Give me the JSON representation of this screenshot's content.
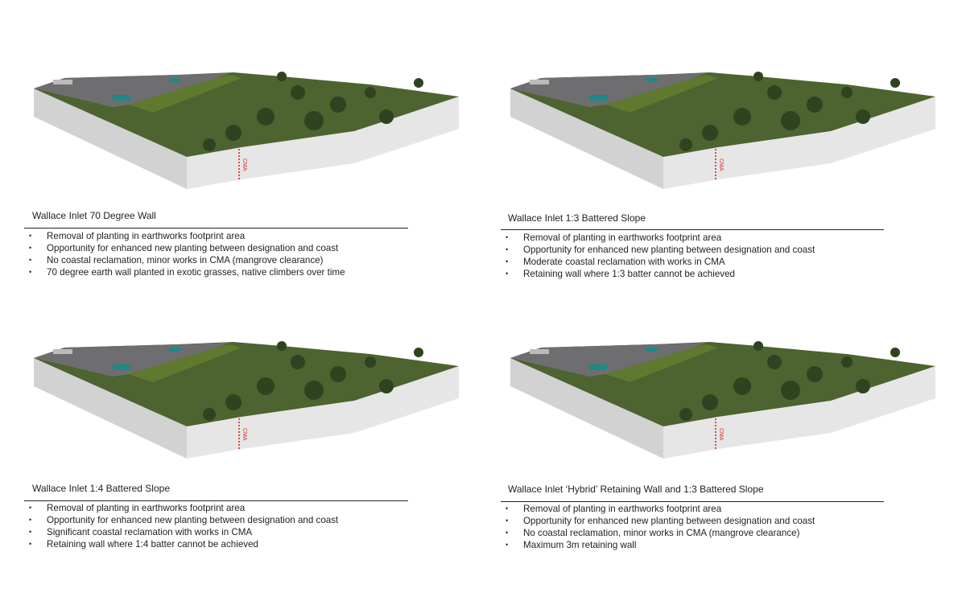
{
  "panels": [
    {
      "title": "Wallace Inlet 70 Degree Wall",
      "marker_label": "CMA",
      "bullets": [
        "Removal of planting in earthworks footprint area",
        "Opportunity for enhanced new planting between designation and coast",
        "No coastal reclamation, minor works in CMA (mangrove clearance)",
        "70 degree earth wall planted in exotic grasses, native climbers over time"
      ]
    },
    {
      "title": "Wallace Inlet 1:3 Battered Slope",
      "marker_label": "CMA",
      "bullets": [
        "Removal of planting in earthworks footprint area",
        "Opportunity for enhanced new planting between designation and coast",
        "Moderate coastal reclamation with works in CMA",
        "Retaining wall where 1:3 batter cannot be achieved"
      ]
    },
    {
      "title": "Wallace Inlet 1:4 Battered Slope",
      "marker_label": "CMA",
      "bullets": [
        "Removal of planting in earthworks footprint area",
        "Opportunity for enhanced new planting between designation and coast",
        "Significant coastal reclamation with works in CMA",
        "Retaining wall where 1:4 batter cannot be achieved"
      ]
    },
    {
      "title": "Wallace Inlet ‘Hybrid’ Retaining Wall and 1:3 Battered Slope",
      "marker_label": "CMA",
      "bullets": [
        "Removal of planting in earthworks footprint area",
        "Opportunity for enhanced new planting between designation and coast",
        "No coastal reclamation, minor works in CMA (mangrove clearance)",
        "Maximum 3m retaining wall"
      ]
    }
  ],
  "colors": {
    "vegetation": "#4a5e2a",
    "marker": "#dd2222",
    "bus": "#1a8a8a"
  }
}
